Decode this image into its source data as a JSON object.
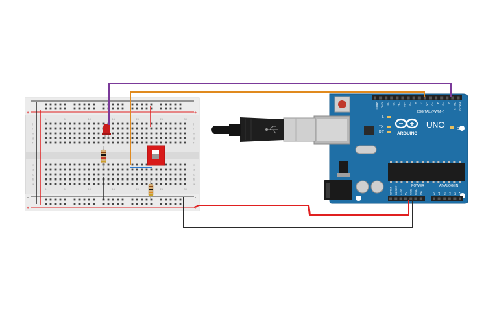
{
  "arduino": {
    "brand_label": "ARDUINO",
    "model_label": "UNO",
    "digital_header_label": "DIGITAL (PWM~)",
    "power_header_label": "POWER",
    "analog_header_label": "ANALOG IN",
    "on_label": "ON",
    "l_label": "L",
    "tx_label": "TX",
    "rx_label": "RX",
    "digital_pins": [
      "AREF",
      "GND",
      "13",
      "12",
      "~11",
      "~10",
      "~9",
      "8",
      "7",
      "~6",
      "~5",
      "4",
      "~3",
      "2",
      "TX→1",
      "RX←0"
    ],
    "power_pins": [
      "IOREF",
      "RESET",
      "3.3V",
      "5V",
      "GND",
      "GND",
      "Vin"
    ],
    "analog_pins": [
      "A0",
      "A1",
      "A2",
      "A3",
      "A4",
      "A5"
    ]
  },
  "breadboard": {
    "row_letters_top": [
      "j",
      "i",
      "h",
      "g",
      "f"
    ],
    "row_letters_bottom": [
      "e",
      "d",
      "c",
      "b",
      "a"
    ],
    "column_numbers": [
      "1",
      "5",
      "10",
      "15",
      "20",
      "25",
      "30"
    ],
    "rail_plus": "+",
    "rail_minus": "-"
  },
  "colors": {
    "board_blue": "#1f6fa6",
    "breadboard": "#e6e6e6",
    "wire_purple": "#7b3a9a",
    "wire_orange": "#e08a1e",
    "wire_red": "#e02020",
    "wire_black": "#2a2a2a",
    "wire_blue": "#2a7ad0",
    "led_red": "#c81c1c",
    "switch_red": "#d81a1a"
  }
}
